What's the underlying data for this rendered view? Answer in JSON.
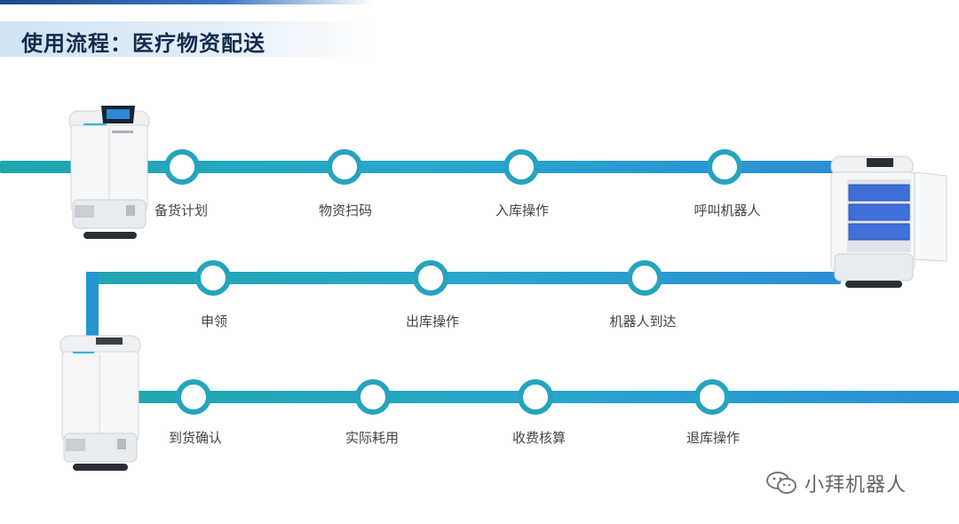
{
  "title": "使用流程：医疗物资配送",
  "rows": [
    {
      "labels": [
        "备货计划",
        "物资扫码",
        "入库操作",
        "呼叫机器人"
      ]
    },
    {
      "labels": [
        "申领",
        "出库操作",
        "机器人到达"
      ]
    },
    {
      "labels": [
        "到货确认",
        "实际耗用",
        "收费核算",
        "退库操作"
      ]
    }
  ],
  "watermark": "小拜机器人",
  "colors": {
    "line": "#25a3bf",
    "title": "#142a4e"
  }
}
